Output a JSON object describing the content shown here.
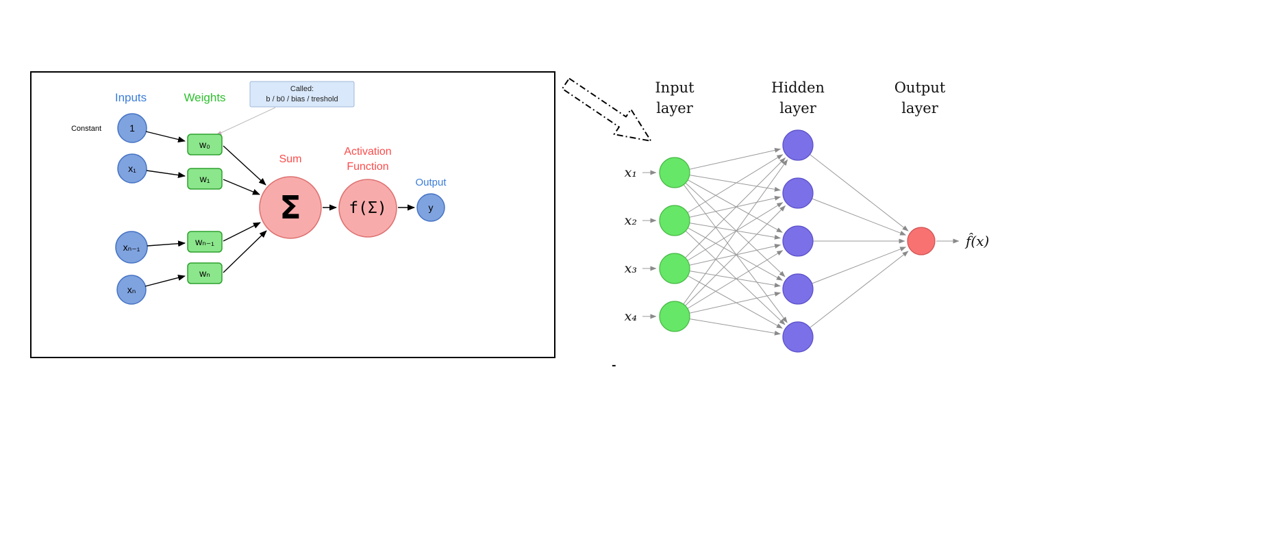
{
  "perceptron": {
    "title_labels": {
      "inputs": "Inputs",
      "weights": "Weights",
      "constant": "Constant",
      "sum": "Sum",
      "activation_line1": "Activation",
      "activation_line2": "Function",
      "output": "Output"
    },
    "tooltip": {
      "title": "Called:",
      "body": "b / b0 / bias / treshold"
    },
    "input_nodes": [
      "1",
      "x₁",
      "xₙ₋₁",
      "xₙ"
    ],
    "weight_nodes": [
      "w₀",
      "w₁",
      "wₙ₋₁",
      "wₙ"
    ],
    "sum_symbol": "Σ",
    "activation_symbol": "f(Σ)",
    "output_node": "y",
    "colors": {
      "input_fill": "#7FA3DF",
      "input_stroke": "#4472C4",
      "weight_fill": "#8CE68C",
      "weight_stroke": "#2DA02D",
      "red_fill": "#F8ABAB",
      "red_stroke": "#DD6F6F",
      "label_blue": "#3B7DD8",
      "label_green": "#2EBF2E",
      "label_red": "#FB4B4B",
      "tooltip_fill": "#D9E8FA"
    }
  },
  "network": {
    "headers": [
      {
        "line1": "Input",
        "line2": "layer"
      },
      {
        "line1": "Hidden",
        "line2": "layer"
      },
      {
        "line1": "Output",
        "line2": "layer"
      }
    ],
    "input_labels": [
      "x₁",
      "x₂",
      "x₃",
      "x₄"
    ],
    "output_label": "f̂(x)",
    "counts": {
      "input": 4,
      "hidden": 5,
      "output": 1
    },
    "colors": {
      "input_fill": "#67E767",
      "hidden_fill": "#7B70E8",
      "output_fill": "#F87272",
      "edge": "#999999"
    },
    "stray_dash": "-"
  }
}
